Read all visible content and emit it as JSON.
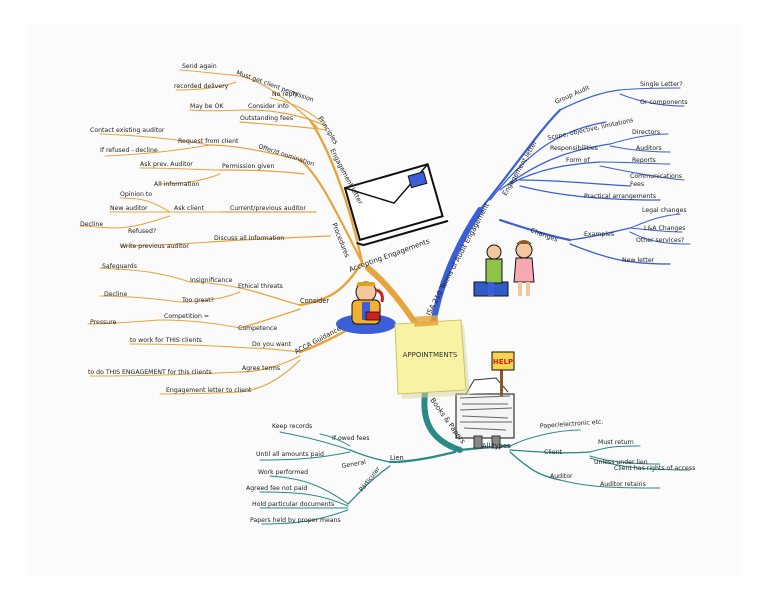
{
  "central": {
    "title": "APPOINTMENTS"
  },
  "acceptance": {
    "hub": "Accepting Engagements",
    "principles": {
      "label": "Principles",
      "items": [
        {
          "label": "Must get client permission",
          "children": [
            "Send again",
            "recorded delivery"
          ]
        },
        {
          "label": "No reply",
          "children": []
        },
        {
          "label": "Consider info",
          "children": [
            "May be OK"
          ]
        },
        {
          "label": "Outstanding fees",
          "children": []
        }
      ]
    },
    "procedure": {
      "label": "Procedures",
      "items": [
        {
          "label": "Offer/d nomination",
          "children": [
            {
              "label": "Request from client",
              "children": [
                "Contact existing auditor",
                "If refused - decline"
              ]
            }
          ]
        },
        {
          "label": "Permission given",
          "children": [
            "Ask prev. Auditor",
            "All information"
          ]
        },
        {
          "label": "Current/previous auditor",
          "children": [
            {
              "label": "Ask client",
              "children": [
                "Opinion to",
                "New auditor",
                "Refused?",
                "Decline"
              ]
            }
          ]
        },
        {
          "label": "Discuss all information",
          "children": [
            "Write previous auditor"
          ]
        }
      ]
    },
    "consider": {
      "label": "Consider",
      "items": [
        {
          "label": "Ethical threats",
          "children": [
            {
              "label": "Insignificance",
              "children": [
                "Safeguards"
              ]
            },
            {
              "label": "Too great?",
              "children": [
                "Decline"
              ]
            }
          ]
        },
        {
          "label": "Competence",
          "children": [
            {
              "label": "Competition =",
              "children": [
                "Pressure"
              ]
            }
          ]
        }
      ]
    },
    "acca": {
      "label": "ACCA Guidance",
      "items": [
        {
          "label": "Do you want",
          "children": [
            "to work for THIS clients"
          ]
        },
        {
          "label": "Agree terms",
          "children": [
            "to do THIS ENGAGEMENT for this clients"
          ]
        },
        {
          "label": "Engagement letter to client",
          "children": []
        }
      ]
    },
    "engagement_letter_label": "Engagement letter"
  },
  "isa": {
    "hub": "ISA 210 Terms of Audit Engagement",
    "letter": {
      "label": "Engagement letter",
      "items": [
        {
          "label": "Group Audit",
          "children": [
            "Single Letter?",
            "Or components"
          ]
        },
        {
          "label": "Scope, objective, limitations",
          "children": []
        },
        {
          "label": "Responsibilities",
          "children": [
            "Directors",
            "Auditors"
          ]
        },
        {
          "label": "Form of",
          "children": [
            "Reports",
            "Communications"
          ]
        },
        {
          "label": "Fees",
          "children": []
        },
        {
          "label": "Practical arrangements",
          "children": []
        }
      ]
    },
    "changes": {
      "label": "Changes",
      "items": [
        {
          "label": "Examples",
          "children": [
            "Legal changes",
            "L&A Changes",
            "Other services?"
          ]
        },
        {
          "label": "New letter",
          "children": []
        }
      ]
    }
  },
  "books": {
    "hub": "Books & Papers",
    "lien": {
      "label": "Lien",
      "general": {
        "label": "General",
        "children": [
          "If owed fees",
          "Keep records",
          "Until all amounts paid"
        ]
      },
      "particular": {
        "label": "Particular",
        "children": [
          "Work performed",
          "Agreed fee not paid",
          "Hold particular documents",
          "Papers held by proper means"
        ]
      }
    },
    "all_types": {
      "label": "All types",
      "children": [
        "Paper/electronic etc."
      ],
      "client": {
        "label": "Client",
        "children": [
          "Must return",
          "Unless under lien",
          "Client has rights of access"
        ]
      },
      "auditor": {
        "label": "Auditor",
        "children": [
          "Auditor retains"
        ]
      }
    }
  },
  "colors": {
    "orange": "#e8a43c",
    "blue": "#3a5fd9",
    "teal": "#2a8a86",
    "note": "#f7f3a3"
  },
  "icons": [
    "envelope-icon",
    "phone-man-icon",
    "two-people-icon",
    "help-sign-icon",
    "papers-pile-icon",
    "sticky-note-icon"
  ]
}
